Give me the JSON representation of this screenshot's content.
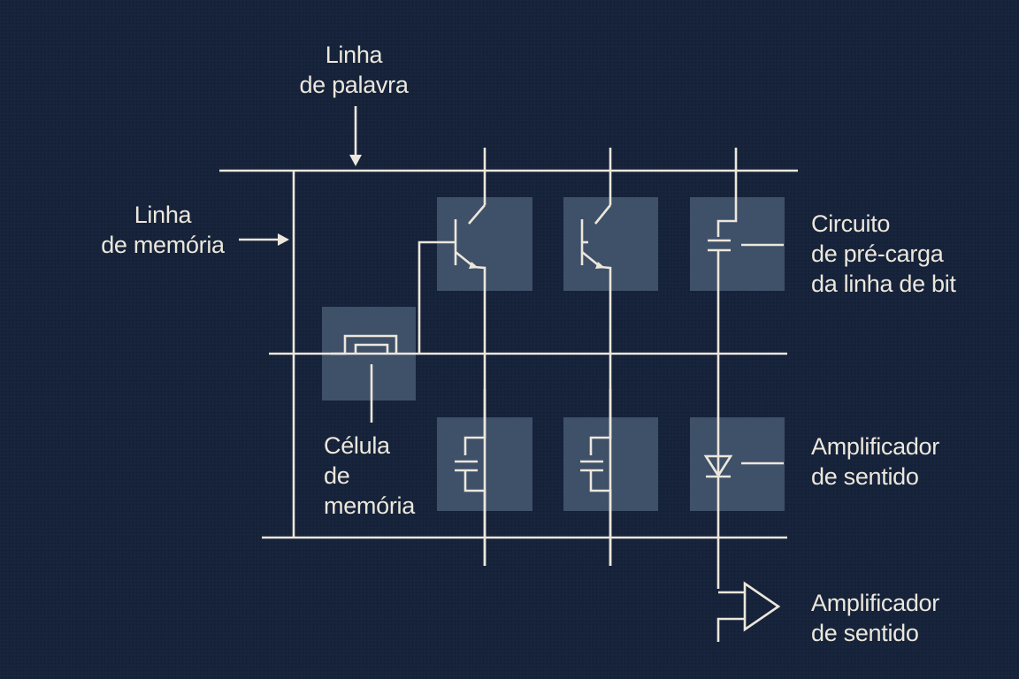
{
  "labels": {
    "word_line": [
      "Linha",
      "de palavra"
    ],
    "memory_line": [
      "Linha",
      "de memória"
    ],
    "precharge": [
      "Circuito",
      "de pré-carga",
      "da linha de bit"
    ],
    "cell": [
      "Célula",
      "de",
      "memória"
    ],
    "sense_amp_1": [
      "Amplificador",
      "de sentido"
    ],
    "sense_amp_2": [
      "Amplificador",
      "de sentido"
    ]
  },
  "colors": {
    "background": "#16233a",
    "line": "#ece7dc",
    "cell_block": "#3f5069"
  }
}
